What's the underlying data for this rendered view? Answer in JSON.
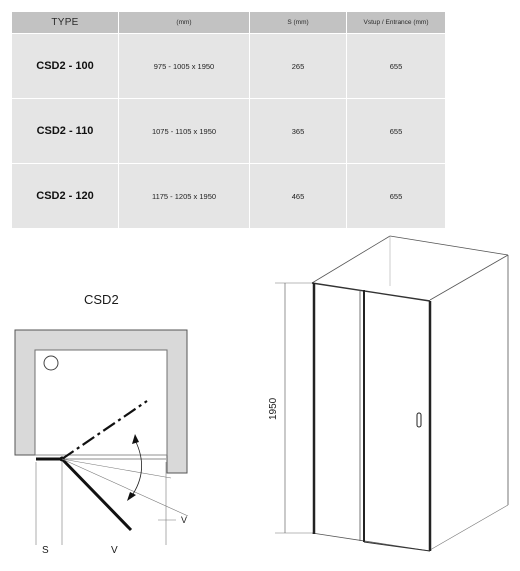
{
  "table": {
    "headers": [
      "TYPE",
      "(mm)",
      "S (mm)",
      "Vstup / Entrance (mm)"
    ],
    "rows": [
      {
        "type": "CSD2 - 100",
        "dimensions": "975 - 1005 x 1950",
        "s": "265",
        "entrance": "655"
      },
      {
        "type": "CSD2 - 110",
        "dimensions": "1075 - 1105 x 1950",
        "s": "365",
        "entrance": "655"
      },
      {
        "type": "CSD2 - 120",
        "dimensions": "1175 - 1205 x 1950",
        "s": "465",
        "entrance": "655"
      }
    ]
  },
  "plan": {
    "title": "CSD2",
    "label_s": "S",
    "label_v": "V",
    "label_v_small": "V"
  },
  "elevation": {
    "height_label": "1950"
  }
}
